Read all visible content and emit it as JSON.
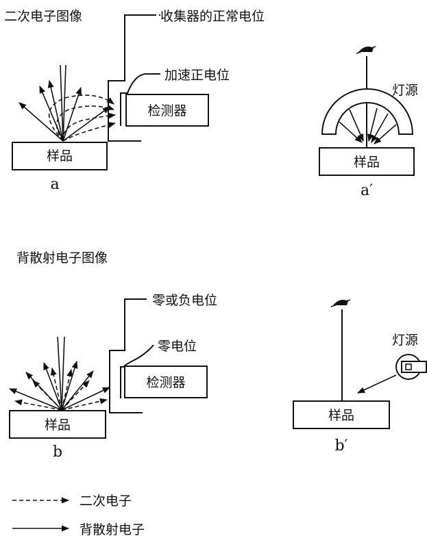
{
  "panel_a": {
    "heading": "二次电子图像",
    "collector_label": "收集器的正常电位",
    "accel_label": "加速正电位",
    "detector_label": "检测器",
    "sample_label": "样品",
    "caption": "a"
  },
  "panel_a_prime": {
    "lamp_label": "灯源",
    "sample_label": "样品",
    "caption": "a′"
  },
  "panel_b": {
    "heading": "背散射电子图像",
    "collector_label": "零或负电位",
    "accel_label": "零电位",
    "detector_label": "检测器",
    "sample_label": "样品",
    "caption": "b"
  },
  "panel_b_prime": {
    "lamp_label": "灯源",
    "sample_label": "样品",
    "caption": "b′"
  },
  "legend": {
    "secondary": "二次电子",
    "backscatter": "背散射电子"
  }
}
